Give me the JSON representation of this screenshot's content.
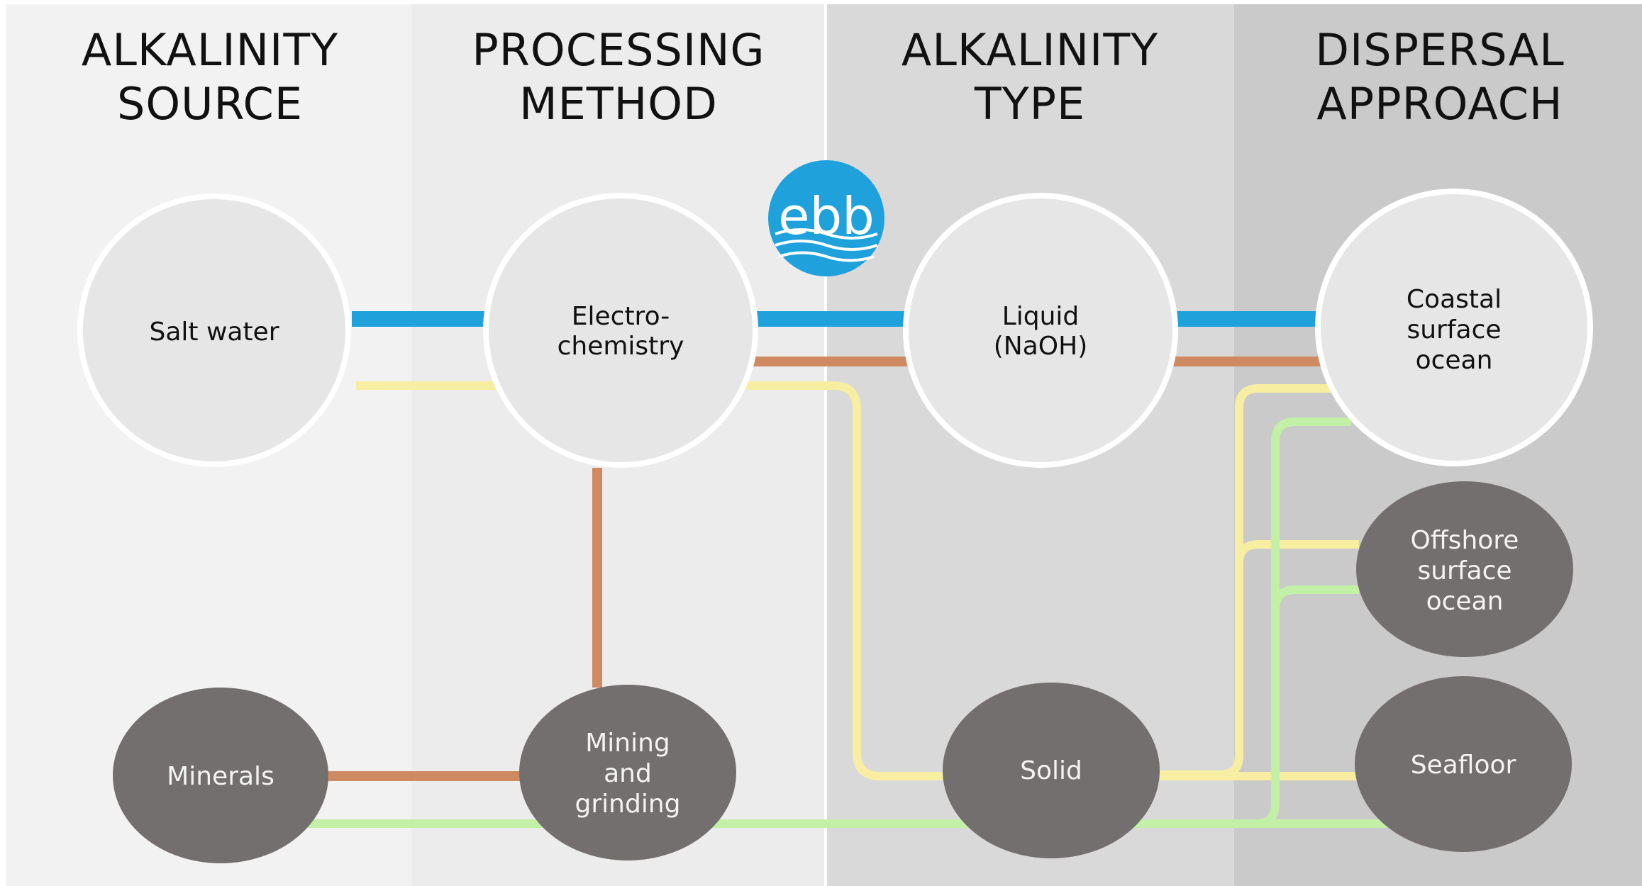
{
  "logo": {
    "text": "ebb",
    "color": "#1fa2dc"
  },
  "columns": [
    {
      "line1": "ALKALINITY",
      "line2": "SOURCE"
    },
    {
      "line1": "PROCESSING",
      "line2": "METHOD"
    },
    {
      "line1": "ALKALINITY",
      "line2": "TYPE"
    },
    {
      "line1": "DISPERSAL",
      "line2": "APPROACH"
    }
  ],
  "nodes": {
    "salt_water": {
      "lines": [
        "Salt water"
      ]
    },
    "electrochemistry": {
      "lines": [
        "Electro-",
        "chemistry"
      ]
    },
    "liquid": {
      "lines": [
        "Liquid",
        "(NaOH)"
      ]
    },
    "coastal": {
      "lines": [
        "Coastal",
        "surface",
        "ocean"
      ]
    },
    "minerals": {
      "lines": [
        "Minerals"
      ]
    },
    "mining": {
      "lines": [
        "Mining",
        "and",
        "grinding"
      ]
    },
    "solid": {
      "lines": [
        "Solid"
      ]
    },
    "offshore": {
      "lines": [
        "Offshore",
        "surface",
        "ocean"
      ]
    },
    "seafloor": {
      "lines": [
        "Seafloor"
      ]
    }
  },
  "colors": {
    "blue_path": "#1fa2dc",
    "orange_path": "#d08a62",
    "yellow_path": "#f7eea2",
    "green_path": "#c2f0a6",
    "light_node": "#e6e6e6",
    "dark_node": "#736f6e"
  }
}
